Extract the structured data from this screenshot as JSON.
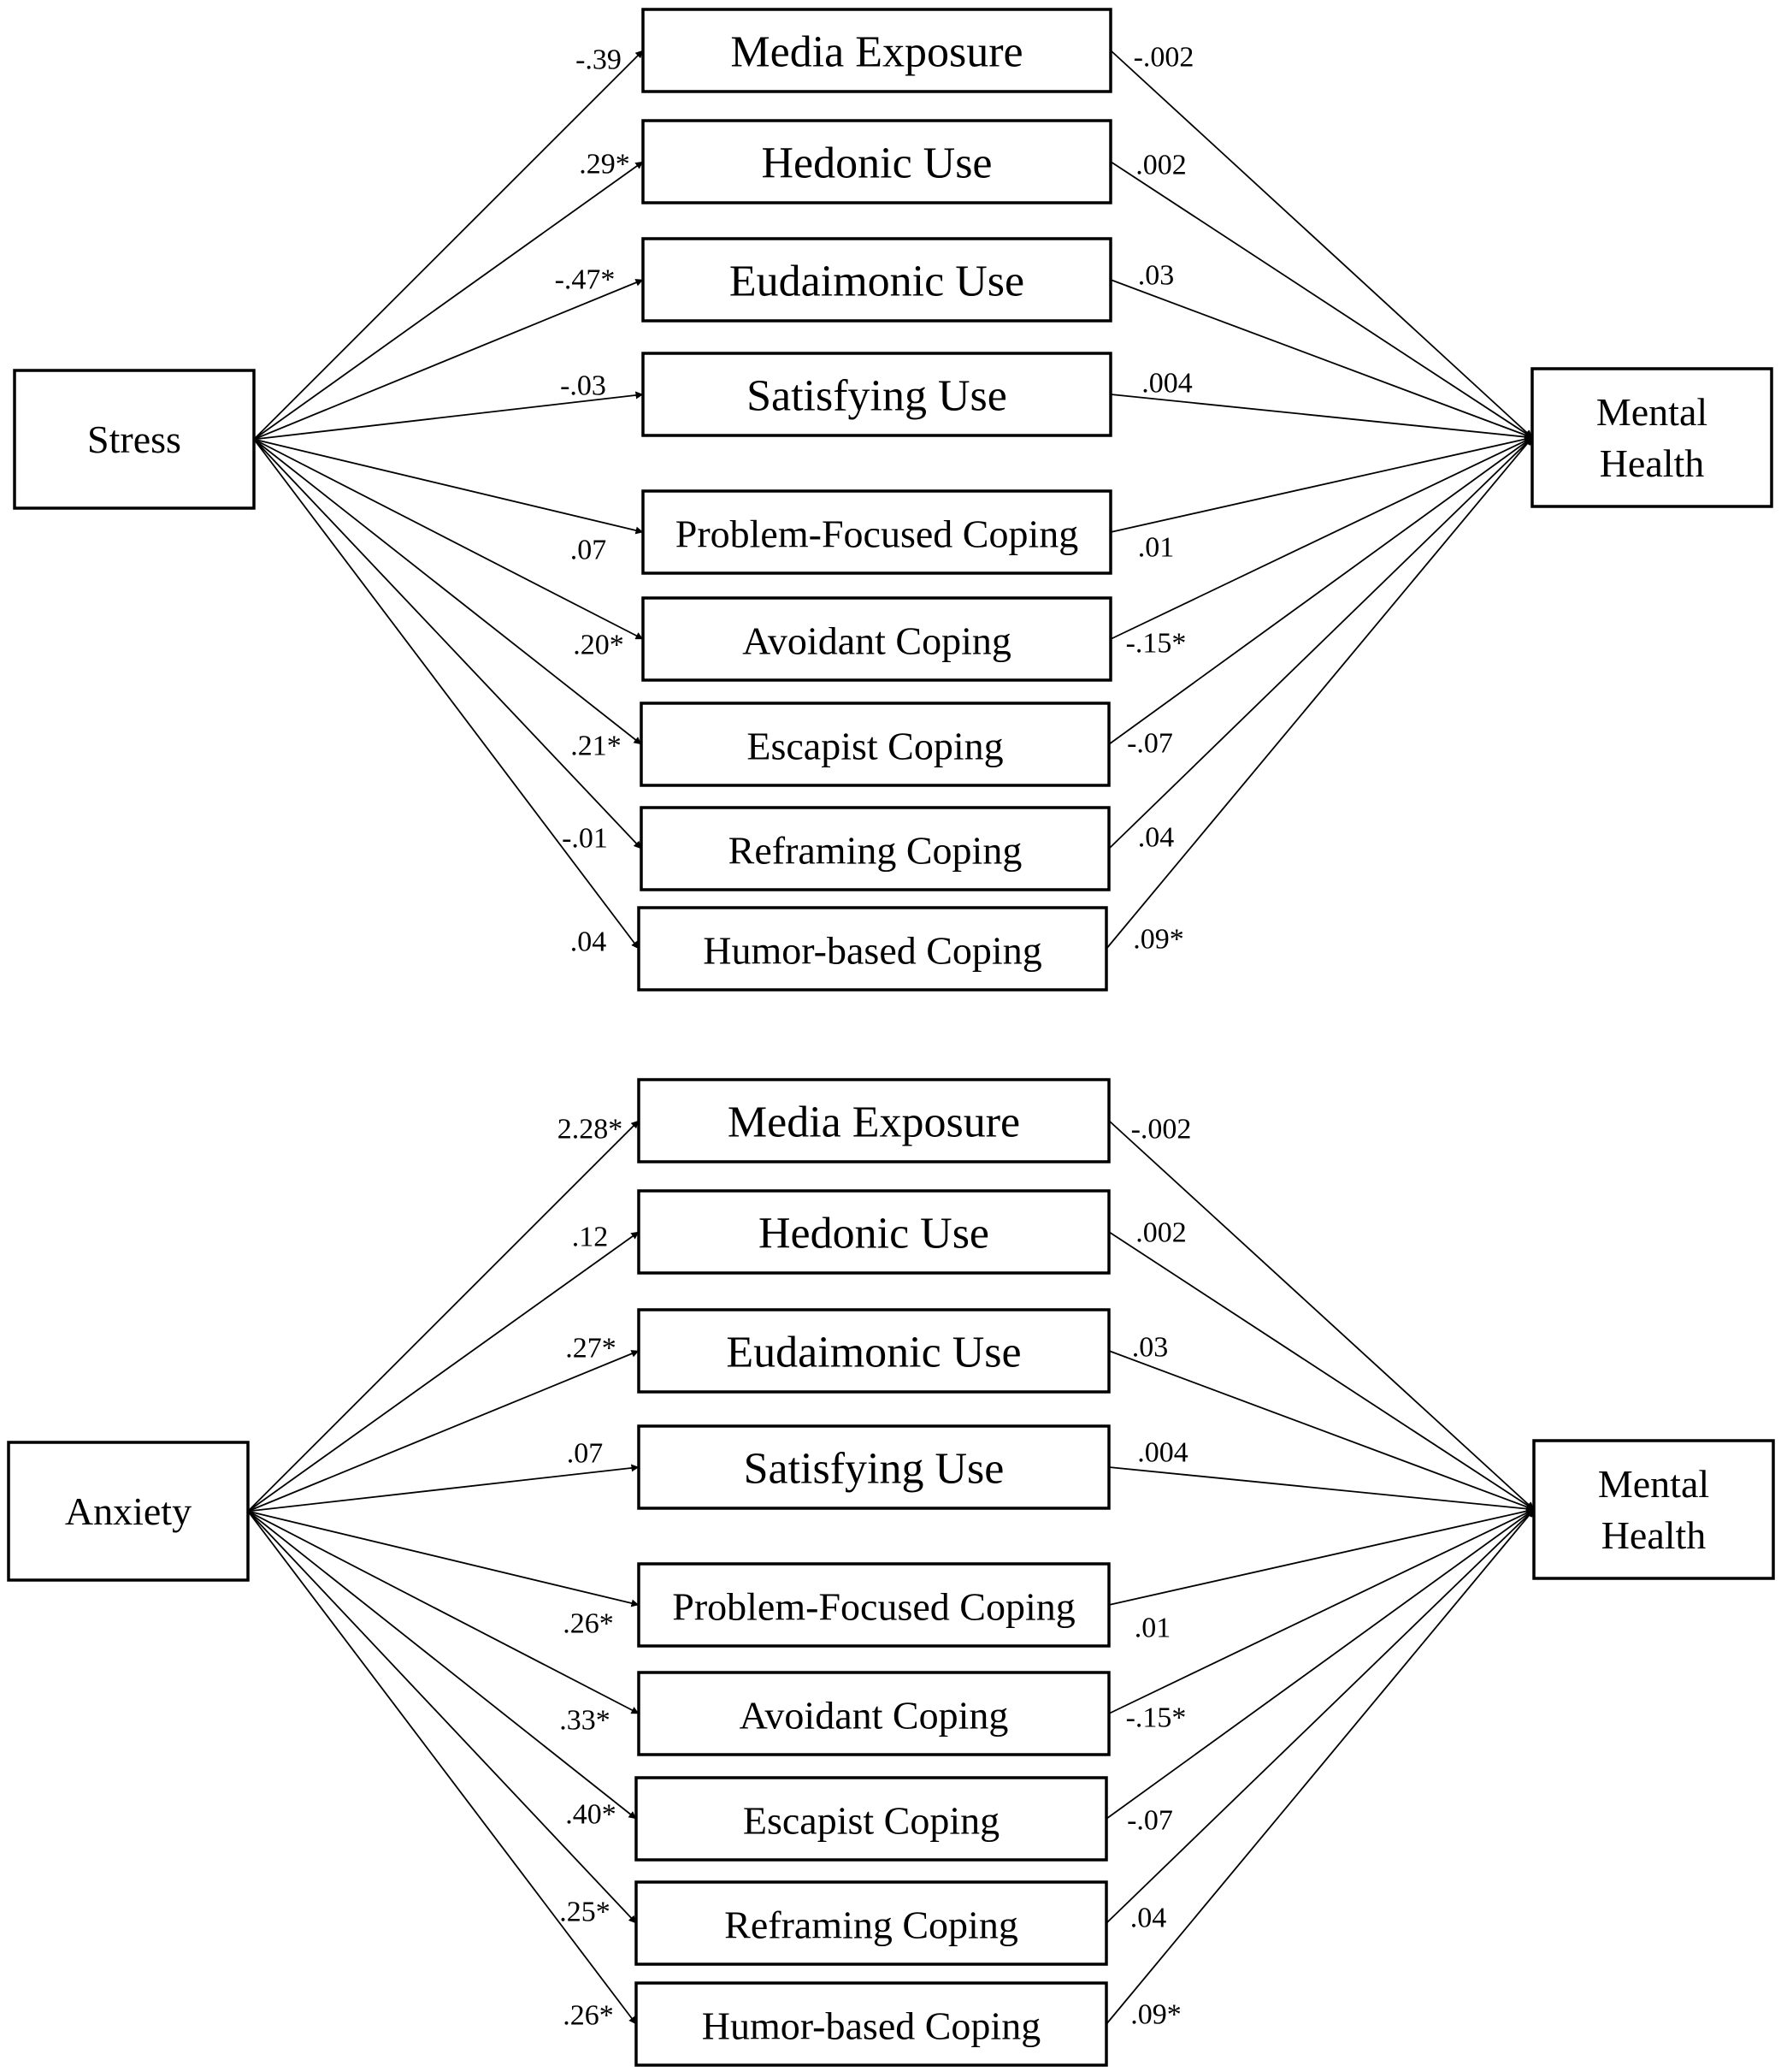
{
  "panels": [
    {
      "predictor": "Stress",
      "outcome_lines": [
        "Mental",
        "Health"
      ],
      "mediators": [
        {
          "label": "Media Exposure",
          "a": "-.39",
          "b": "-.002"
        },
        {
          "label": "Hedonic Use",
          "a": ".29*",
          "b": ".002"
        },
        {
          "label": "Eudaimonic Use",
          "a": "-.47*",
          "b": ".03"
        },
        {
          "label": "Satisfying Use",
          "a": "-.03",
          "b": ".004"
        },
        {
          "label": "Problem-Focused Coping",
          "a": ".07",
          "b": ".01"
        },
        {
          "label": "Avoidant Coping",
          "a": ".20*",
          "b": "-.15*"
        },
        {
          "label": "Escapist Coping",
          "a": ".21*",
          "b": "-.07"
        },
        {
          "label": "Reframing Coping",
          "a": "-.01",
          "b": ".04"
        },
        {
          "label": "Humor-based Coping",
          "a": ".04",
          "b": ".09*"
        }
      ]
    },
    {
      "predictor": "Anxiety",
      "outcome_lines": [
        "Mental",
        "Health"
      ],
      "mediators": [
        {
          "label": "Media Exposure",
          "a": "2.28*",
          "b": "-.002"
        },
        {
          "label": "Hedonic Use",
          "a": ".12",
          "b": ".002"
        },
        {
          "label": "Eudaimonic Use",
          "a": ".27*",
          "b": ".03"
        },
        {
          "label": "Satisfying Use",
          "a": ".07",
          "b": ".004"
        },
        {
          "label": "Problem-Focused Coping",
          "a": ".26*",
          "b": ".01"
        },
        {
          "label": "Avoidant Coping",
          "a": ".33*",
          "b": "-.15*"
        },
        {
          "label": "Escapist Coping",
          "a": ".40*",
          "b": "-.07"
        },
        {
          "label": "Reframing Coping",
          "a": ".25*",
          "b": ".04"
        },
        {
          "label": "Humor-based Coping",
          "a": ".26*",
          "b": ".09*"
        }
      ]
    }
  ]
}
